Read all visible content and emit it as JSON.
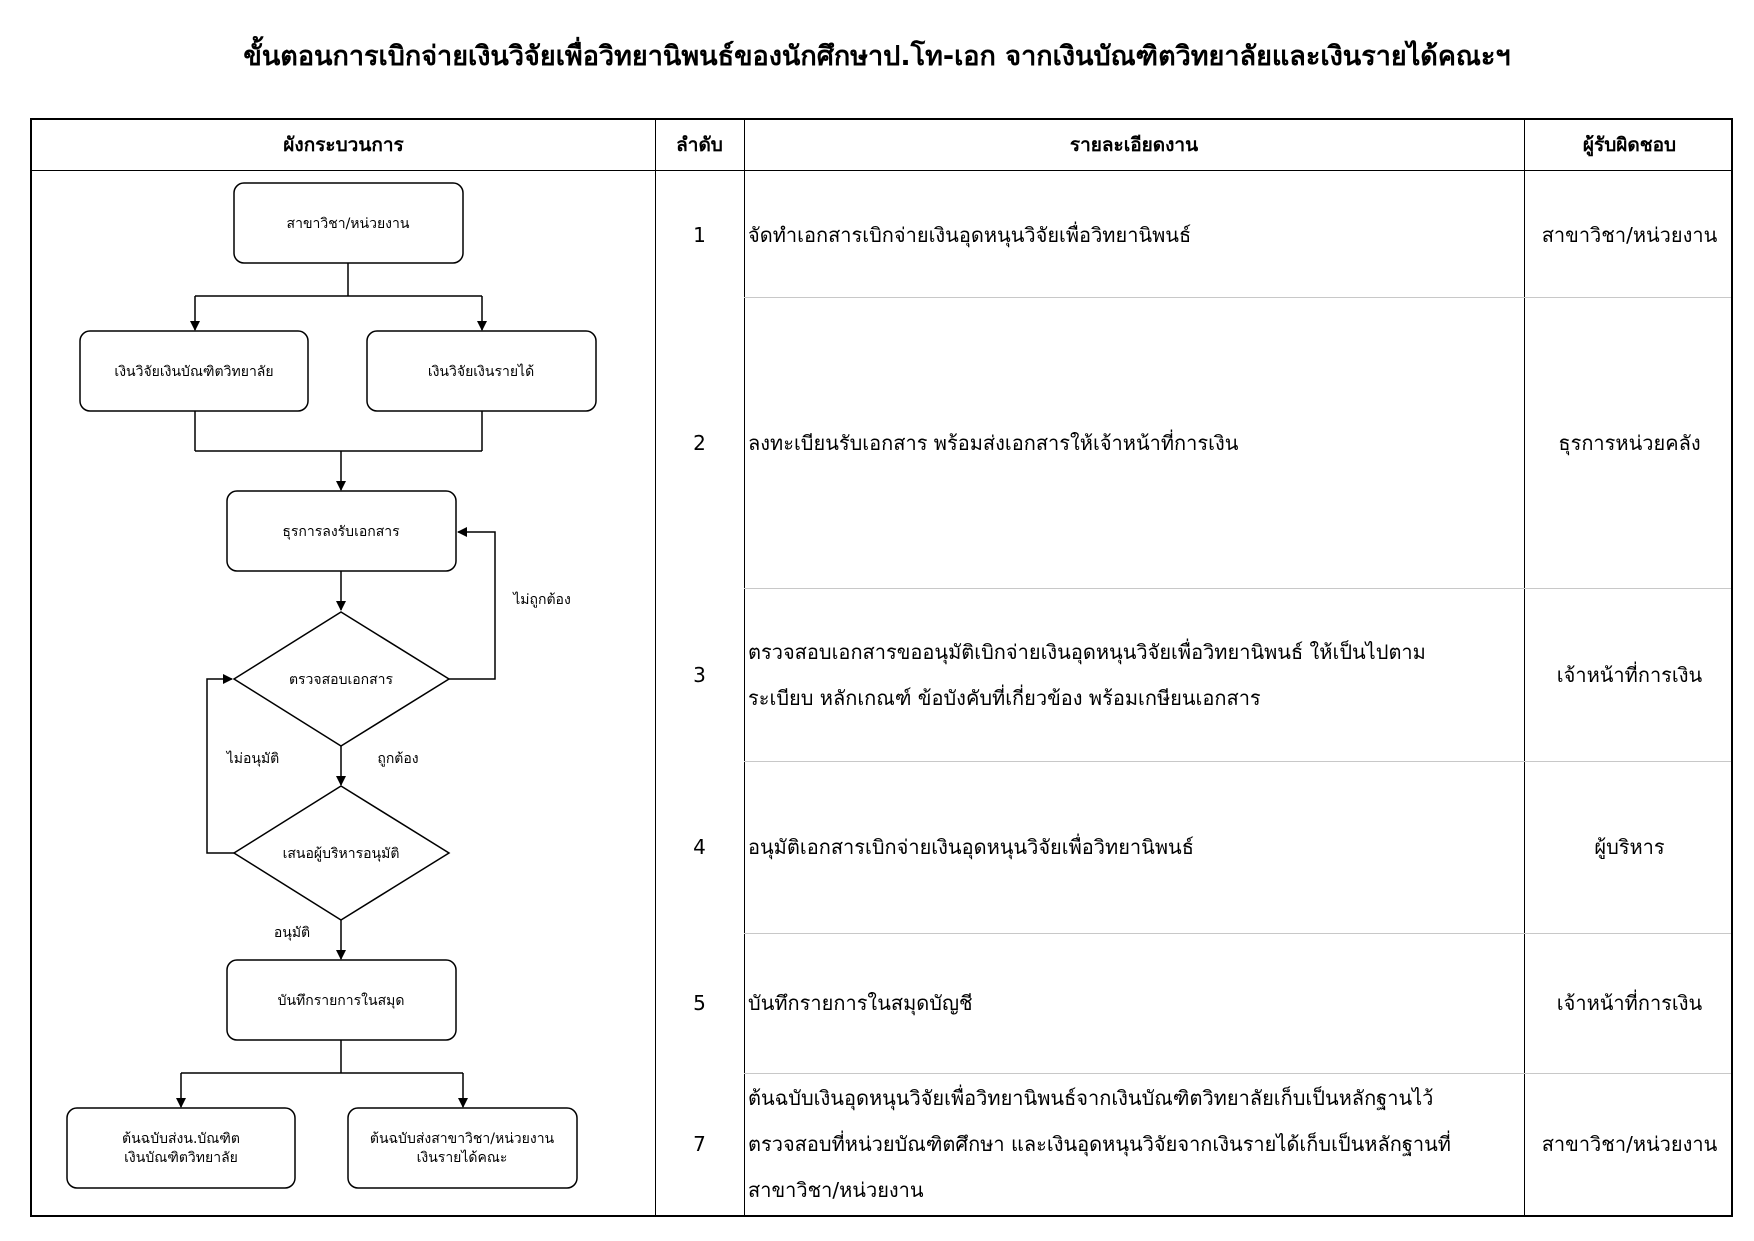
{
  "title": "ขั้นตอนการเบิกจ่ายเงินวิจัยเพื่อวิทยานิพนธ์ของนักศึกษาป.โท-เอก จากเงินบัณฑิตวิทยาลัยและเงินรายได้คณะฯ",
  "headers": {
    "process": "ผังกระบวนการ",
    "order": "ลำดับ",
    "detail": "รายละเอียดงาน",
    "responsible": "ผู้รับผิดชอบ"
  },
  "rows": [
    {
      "num": "1",
      "detail": "จัดทำเอกสารเบิกจ่ายเงินอุดหนุนวิจัยเพื่อวิทยานิพนธ์",
      "responsible": "สาขาวิชา/หน่วยงาน"
    },
    {
      "num": "2",
      "detail": "ลงทะเบียนรับเอกสาร พร้อมส่งเอกสารให้เจ้าหน้าที่การเงิน",
      "responsible": "ธุรการหน่วยคลัง"
    },
    {
      "num": "3",
      "detail": "ตรวจสอบเอกสารขออนุมัติเบิกจ่ายเงินอุดหนุนวิจัยเพื่อวิทยานิพนธ์ ให้เป็นไปตามระเบียบ หลักเกณฑ์ ข้อบังคับที่เกี่ยวข้อง พร้อมเกษียนเอกสาร",
      "responsible": "เจ้าหน้าที่การเงิน"
    },
    {
      "num": "4",
      "detail": "อนุมัติเอกสารเบิกจ่ายเงินอุดหนุนวิจัยเพื่อวิทยานิพนธ์",
      "responsible": "ผู้บริหาร"
    },
    {
      "num": "5",
      "detail": "บันทึกรายการในสมุดบัญชี",
      "responsible": "เจ้าหน้าที่การเงิน"
    },
    {
      "num": "7",
      "detail": "ต้นฉบับเงินอุดหนุนวิจัยเพื่อวิทยานิพนธ์จากเงินบัณฑิตวิทยาลัยเก็บเป็นหลักฐานไว้ตรวจสอบที่หน่วยบัณฑิตศึกษา และเงินอุดหนุนวิจัยจากเงินรายได้เก็บเป็นหลักฐานที่สาขาวิชา/หน่วยงาน",
      "responsible": "สาขาวิชา/หน่วยงาน"
    }
  ],
  "flow": {
    "start": "สาขาวิชา/หน่วยงาน",
    "grad_fund": "เงินวิจัยเงินบัณฑิตวิทยาลัย",
    "income_fund": "เงินวิจัยเงินรายได้",
    "receive": "ธุรการลงรับเอกสาร",
    "check": "ตรวจสอบเอกสาร",
    "incorrect": "ไม่ถูกต้อง",
    "correct": "ถูกต้อง",
    "not_approved": "ไม่อนุมัติ",
    "propose": "เสนอผู้บริหารอนุมัติ",
    "approved": "อนุมัติ",
    "record": "บันทึกรายการในสมุด",
    "out_left_1": "ต้นฉบับส่งน.บัณฑิต",
    "out_left_2": "เงินบัณฑิตวิทยาลัย",
    "out_right_1": "ต้นฉบับส่งสาขาวิชา/หน่วยงาน",
    "out_right_2": "เงินรายได้คณะ"
  }
}
